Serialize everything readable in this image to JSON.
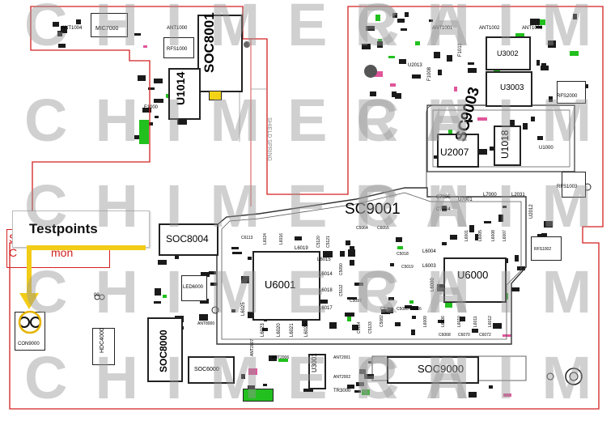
{
  "colors": {
    "outline": "#d32020",
    "copper_fill": "#ffffff",
    "component_dark": "#1a1a1a",
    "highlight_green": "#22c01e",
    "marker_pink": "#e0559a",
    "callout_yellow": "#f2cc16",
    "watermark": "#9a9a9a"
  },
  "watermark": {
    "text": "CHIMERA"
  },
  "callout": {
    "title": "Testpoints",
    "red_lines": [
      "S",
      "C",
      "mon"
    ]
  },
  "testpoint_label": "CON9000",
  "labels": {
    "ant1004": "ANT1004",
    "mic7000": "MIC7000",
    "ant1000": "ANT1000",
    "rfs1000": "RFS1000",
    "soc8001": "SOC8001",
    "u1014": "U1014",
    "f1000": "F1000",
    "ant1001": "ANT1001",
    "ant1002": "ANT1002",
    "ant1003": "ANT1003",
    "u3002": "U3002",
    "u2013": "U2013",
    "f1008": "F1008",
    "f1011": "F1011",
    "sc9003": "SC9003",
    "u3003": "U3003",
    "rfs2000": "RFS2000",
    "u2007": "U2007",
    "u1018": "U1018",
    "u1000": "U1000",
    "rfs1003": "RFS1003",
    "sc9001": "SC9001",
    "c7005": "C7005",
    "c7004": "C7004",
    "u7001": "U7001",
    "l7000": "L7000",
    "l2031": "L2031",
    "u2012": "U2012",
    "soc8004": "SOC8004",
    "c6113": "C6113",
    "l6024": "L6024",
    "l6016": "L6016",
    "l6019": "L6019",
    "c5064": "C5064",
    "c6055": "C6055",
    "l6015": "L6015",
    "l6014": "L6014",
    "l6018": "L6018",
    "l6017": "L6017",
    "u6001": "U6001",
    "l6004": "L6004",
    "l6003": "L6003",
    "l6000": "L6000",
    "u6000": "U6000",
    "l6025": "L6025",
    "l6023": "L6023",
    "l6020": "L6020",
    "l6021": "L6021",
    "l6022": "L6022",
    "led6000": "LED6000",
    "rfs1002": "RFS1002",
    "l6009": "L6009",
    "l6006": "L6006",
    "l6010": "L6010",
    "l6011": "L6011",
    "l6012": "L6012",
    "c6068": "C6068",
    "c6070": "C6070",
    "c6072": "C6072",
    "c5097": "C5097",
    "c5114": "C5114",
    "c5133": "C5133",
    "soc8000": "SOC8000",
    "hdc4000": "HDC4000",
    "soc6000": "SOC6000",
    "u3001": "U3001",
    "ant2001": "ANT2001",
    "ant2002": "ANT2002",
    "ant2006": "ANT2006",
    "ant2007": "ANT2007",
    "tr3000": "TR3000",
    "soc9000": "SOC9000",
    "l6001": "L6001",
    "l6005": "L6005",
    "l6008": "L6008",
    "l6007": "L6007",
    "c5019": "C5019",
    "c5018": "C5018",
    "c5090": "C5090",
    "c5112": "C5112",
    "c5120": "C5120",
    "c5121": "C5121",
    "c5082": "C5082",
    "c5087": "C5087",
    "c5085": "C5085",
    "c5086": "C5086",
    "ant8000": "ANT8000",
    "shield_mark": "SHIELD SPRING",
    "g00": "00"
  }
}
